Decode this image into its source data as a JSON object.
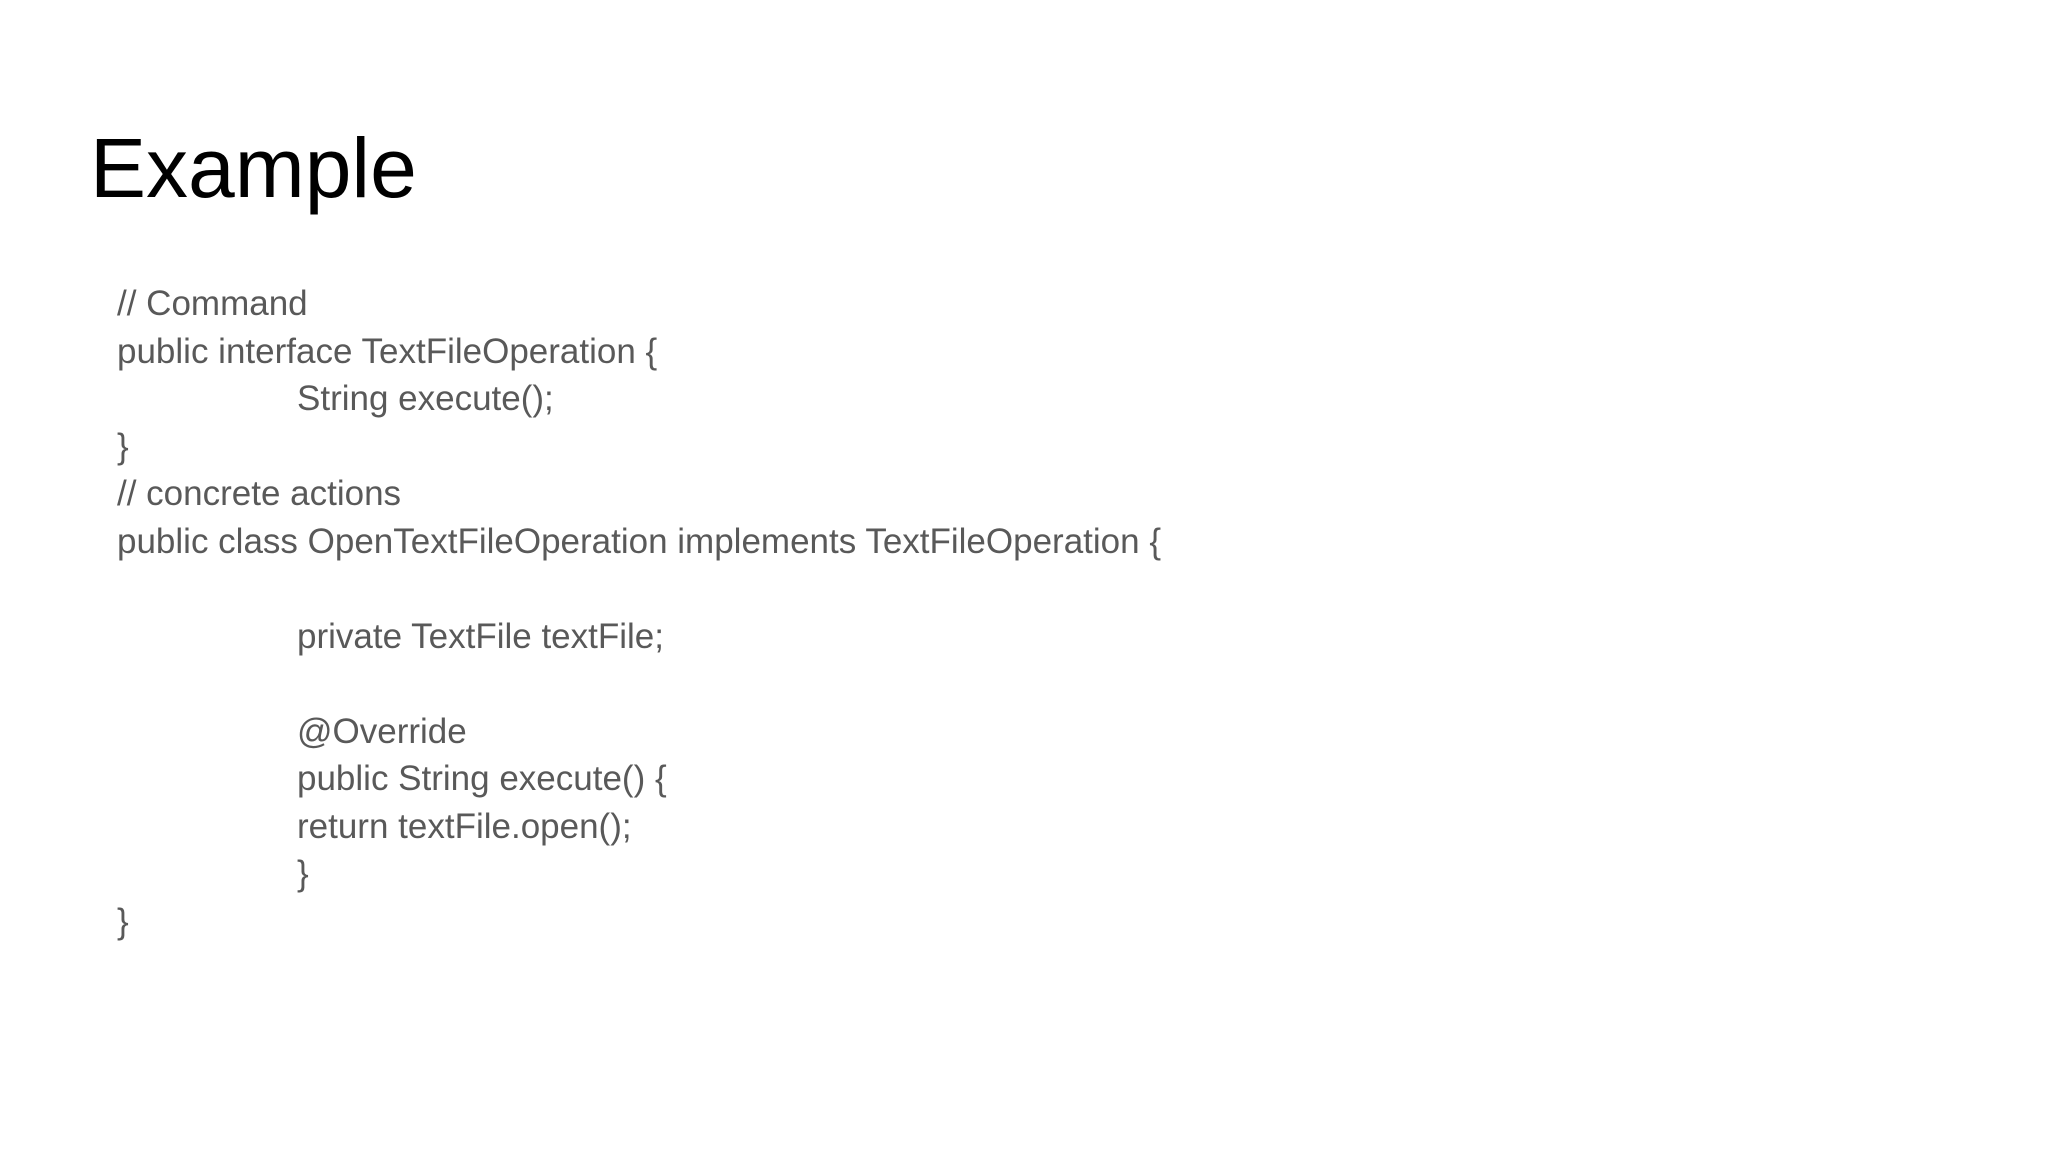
{
  "slide": {
    "title": "Example",
    "lines": [
      {
        "text": "// Command",
        "indent": 0
      },
      {
        "text": "public interface TextFileOperation {",
        "indent": 0
      },
      {
        "text": "String execute();",
        "indent": 1
      },
      {
        "text": "}",
        "indent": 0
      },
      {
        "text": "// concrete actions",
        "indent": 0
      },
      {
        "text": "public class OpenTextFileOperation implements TextFileOperation {",
        "indent": 0
      },
      {
        "text": "",
        "indent": 0
      },
      {
        "text": "private TextFile textFile;",
        "indent": 1
      },
      {
        "text": "",
        "indent": 0
      },
      {
        "text": "@Override",
        "indent": 1
      },
      {
        "text": "public String execute() {",
        "indent": 1
      },
      {
        "text": "return textFile.open();",
        "indent": 1
      },
      {
        "text": "}",
        "indent": 1
      },
      {
        "text": "}",
        "indent": 0
      }
    ]
  },
  "colors": {
    "background": "#ffffff",
    "title": "#000000",
    "body_text": "#595959"
  }
}
